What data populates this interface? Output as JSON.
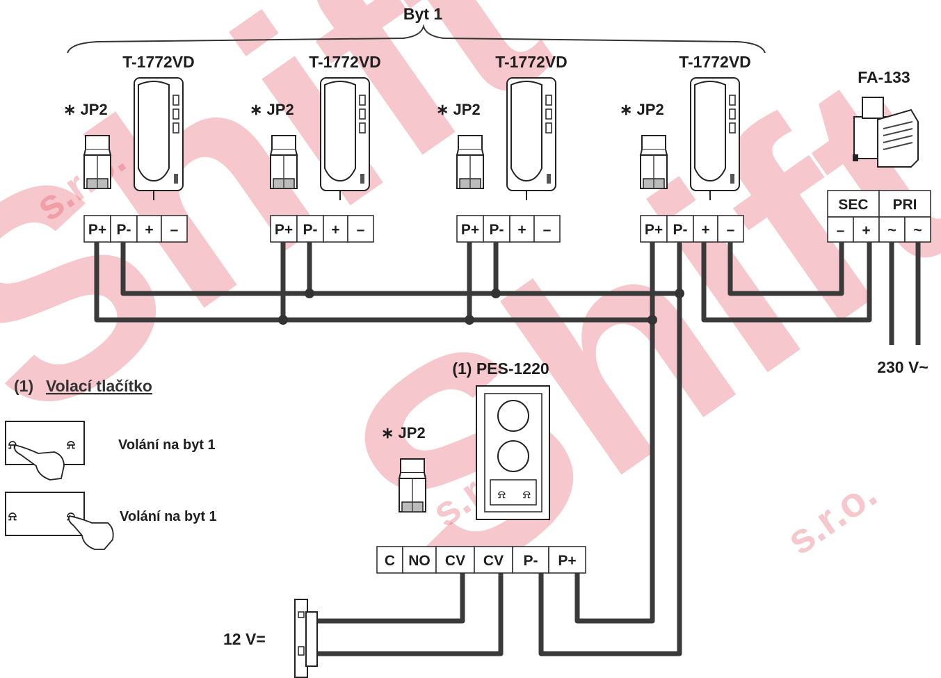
{
  "header": {
    "group_label": "Byt 1"
  },
  "handsets": [
    {
      "model": "T-1772VD",
      "jumper": "∗ JP2",
      "terminals": [
        "P+",
        "P-",
        "+",
        "–"
      ]
    },
    {
      "model": "T-1772VD",
      "jumper": "∗ JP2",
      "terminals": [
        "P+",
        "P-",
        "+",
        "–"
      ]
    },
    {
      "model": "T-1772VD",
      "jumper": "∗ JP2",
      "terminals": [
        "P+",
        "P-",
        "+",
        "–"
      ]
    },
    {
      "model": "T-1772VD",
      "jumper": "∗ JP2",
      "terminals": [
        "P+",
        "P-",
        "+",
        "–"
      ]
    }
  ],
  "power_supply": {
    "model": "FA-133",
    "sec_label": "SEC",
    "pri_label": "PRI",
    "terminals": [
      "–",
      "+",
      "~",
      "~"
    ],
    "mains_label": "230 V~"
  },
  "door_station": {
    "model": "(1) PES-1220",
    "jumper": "∗ JP2",
    "terminals": [
      "C",
      "NO",
      "CV",
      "CV",
      "P-",
      "P+"
    ]
  },
  "legend": {
    "title_prefix": "(1)",
    "title": "Volací tlačítko",
    "items": [
      {
        "label": "Volání na byt 1"
      },
      {
        "label": "Volání na byt 1"
      }
    ]
  },
  "lock": {
    "voltage_label": "12 V="
  },
  "watermark": {
    "brand": "Shift",
    "suffix": "s.r.o."
  },
  "colors": {
    "wire": "#3a3a3a",
    "watermark": "#e23a4a"
  }
}
